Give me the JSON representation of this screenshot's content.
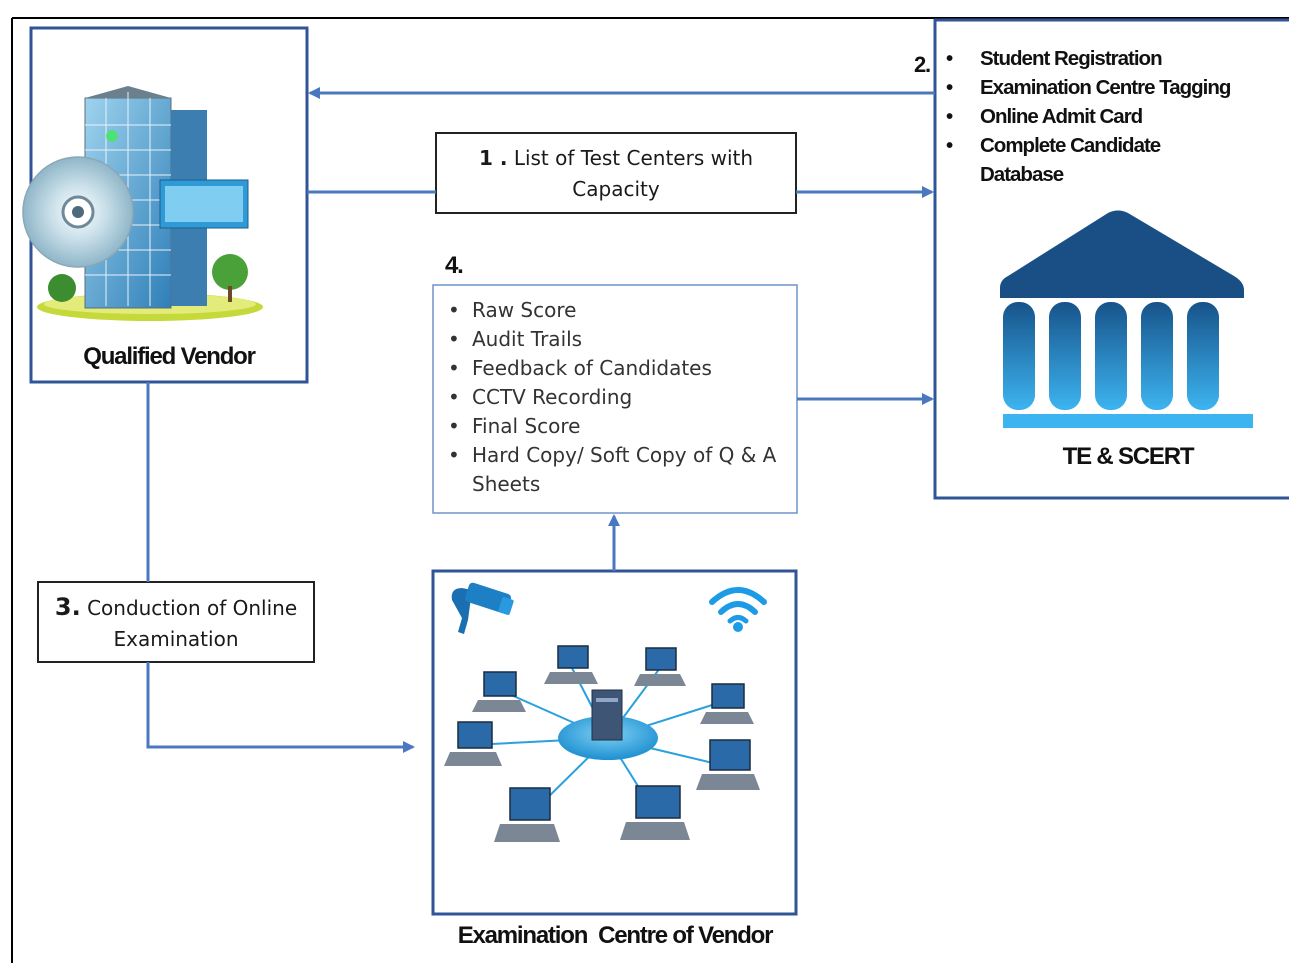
{
  "vendor": {
    "label": "Qualified Vendor"
  },
  "te_scert": {
    "label": "TE & SCERT",
    "step": "2.",
    "tasks": [
      "Student Registration",
      "Examination Centre Tagging",
      "Online Admit Card",
      "Complete Candidate Database"
    ]
  },
  "step1": {
    "number": "1 .",
    "text": "List of Test Centers with Capacity"
  },
  "step3": {
    "number": "3.",
    "text": "Conduction of Online Examination"
  },
  "step4": {
    "number": "4.",
    "items": [
      "Raw Score",
      "Audit Trails",
      "Feedback of Candidates",
      "CCTV Recording",
      "Final Score",
      "Hard Copy/ Soft Copy of Q & A Sheets"
    ]
  },
  "exam_centre": {
    "label": "Examination  Centre of Vendor"
  },
  "colors": {
    "border": "#2f5597",
    "arrow": "#4a78c0",
    "pillar_top": "#1a4f86",
    "pillar_light": "#35a9e8"
  }
}
